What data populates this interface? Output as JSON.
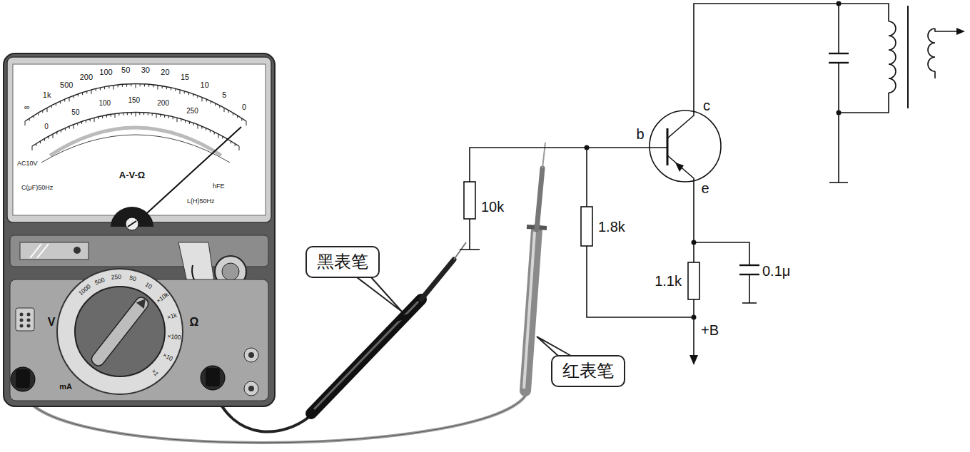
{
  "diagram": {
    "nodes": [
      {
        "text": [
          "黑表笔"
        ]
      },
      {
        "text": [
          "红表笔"
        ]
      }
    ],
    "labels": [
      "10k",
      "1.8k",
      "1.1k",
      "0.1μ",
      "+B",
      "b",
      "c",
      "e",
      "A-V-Ω",
      "AC10V",
      "C(μF)50Hz",
      "L(H)50Hz",
      "hFE",
      "∞",
      "1k",
      "500",
      "200",
      "100",
      "50",
      "30",
      "20",
      "15",
      "10",
      "5",
      "0",
      "0",
      "50",
      "100",
      "150",
      "200",
      "250",
      "V",
      "Ω",
      "mA",
      "1000",
      "500",
      "250",
      "50",
      "10",
      "×10k",
      "×1k",
      "×100",
      "×10",
      "×1"
    ]
  }
}
